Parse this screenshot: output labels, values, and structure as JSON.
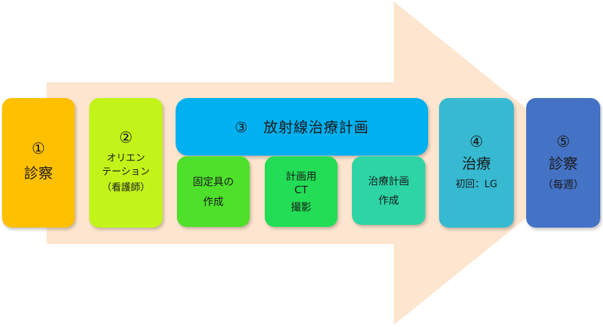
{
  "colors": {
    "arrow": "#fde5cf",
    "step1": "#ffc000",
    "step2": "#c2f41a",
    "step3": "#00b0f0",
    "step3a": "#4fe02c",
    "step3b": "#22dd55",
    "step3c": "#2dd5a5",
    "step4": "#36b9d1",
    "step5": "#4472c4"
  },
  "steps": {
    "s1": {
      "num": "①",
      "label": "診察"
    },
    "s2": {
      "num": "②",
      "line1": "オリエン",
      "line2": "テーション",
      "line3": "（看護師）"
    },
    "s3": {
      "title": "③　放射線治療計画",
      "sub1": {
        "line1": "固定具の",
        "line2": "作成"
      },
      "sub2": {
        "line1": "計画用",
        "line2": "CT",
        "line3": "撮影"
      },
      "sub3": {
        "line1": "治療計画",
        "line2": "作成"
      }
    },
    "s4": {
      "num": "④",
      "label": "治療",
      "note": "初回：LG"
    },
    "s5": {
      "num": "⑤",
      "label": "診察",
      "note": "（毎週）"
    }
  }
}
